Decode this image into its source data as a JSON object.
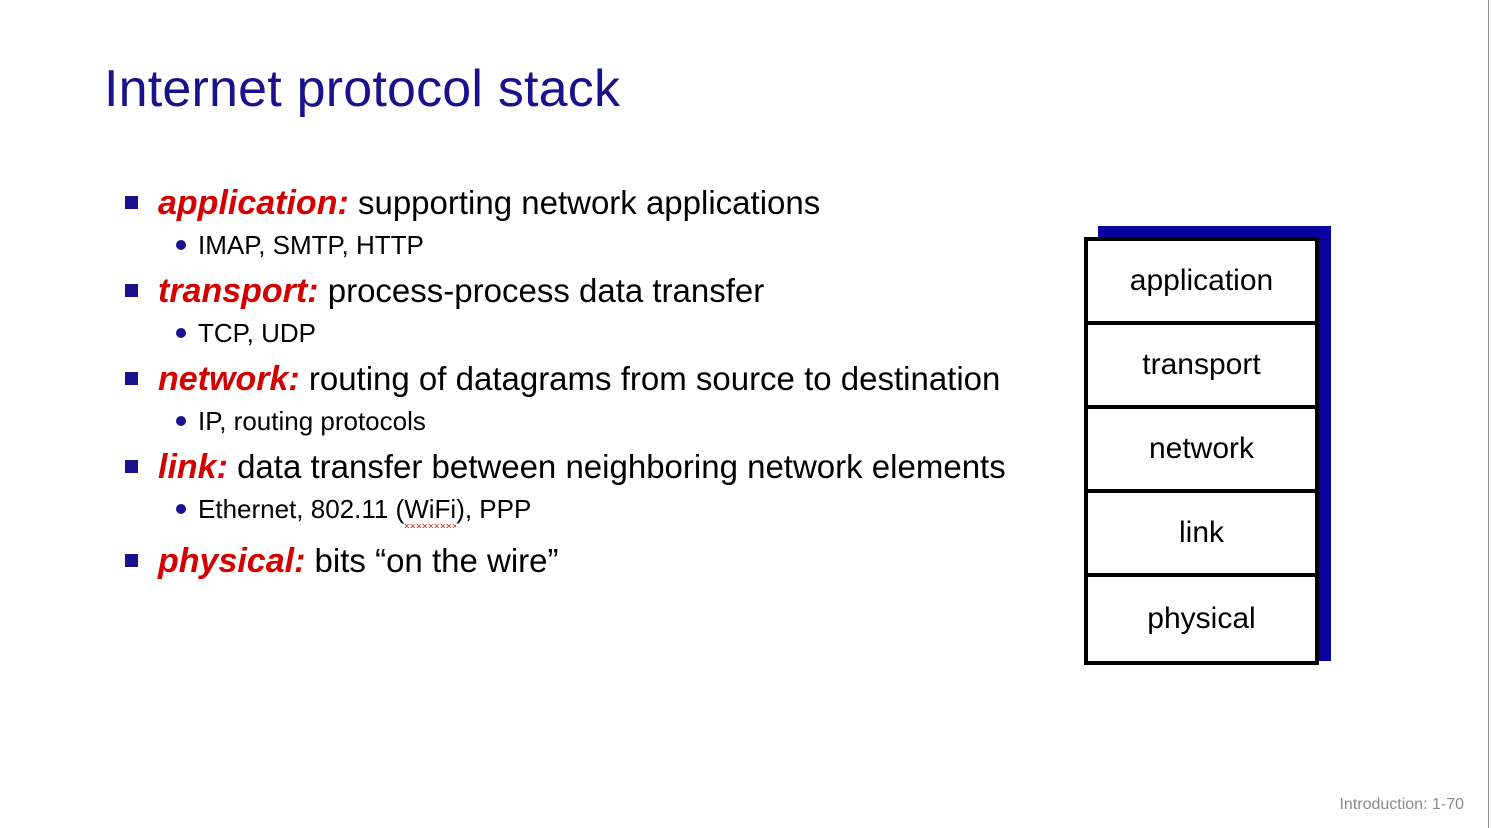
{
  "slide": {
    "title": "Internet protocol stack",
    "footer": "Introduction: 1-70",
    "colors": {
      "title_blue": "#1a128c",
      "keyword_red": "#d40000",
      "bullet_blue": "#1a128c",
      "shadow_blue": "#0a00a0",
      "body_black": "#000000",
      "footer_gray": "#8a8a8a"
    }
  },
  "bullets": [
    {
      "keyword": "application:",
      "text": " supporting network applications",
      "sub": [
        {
          "text": "IMAP, SMTP, HTTP"
        }
      ]
    },
    {
      "keyword": "transport:",
      "text": " process-process data transfer",
      "sub": [
        {
          "text": "TCP, UDP"
        }
      ]
    },
    {
      "keyword": "network:",
      "text": " routing of datagrams from source to destination",
      "sub": [
        {
          "text": "IP, routing protocols"
        }
      ]
    },
    {
      "keyword": "link:",
      "text": " data transfer between neighboring network elements",
      "sub": [
        {
          "pre": "Ethernet, 802.11 (",
          "misspelled": "WiFi",
          "post": "), PPP"
        }
      ]
    },
    {
      "keyword": "physical:",
      "text": " bits “on the wire”",
      "sub": []
    }
  ],
  "stack": {
    "layers": [
      {
        "label": "application"
      },
      {
        "label": "transport"
      },
      {
        "label": "network"
      },
      {
        "label": "link"
      },
      {
        "label": "physical"
      }
    ]
  }
}
